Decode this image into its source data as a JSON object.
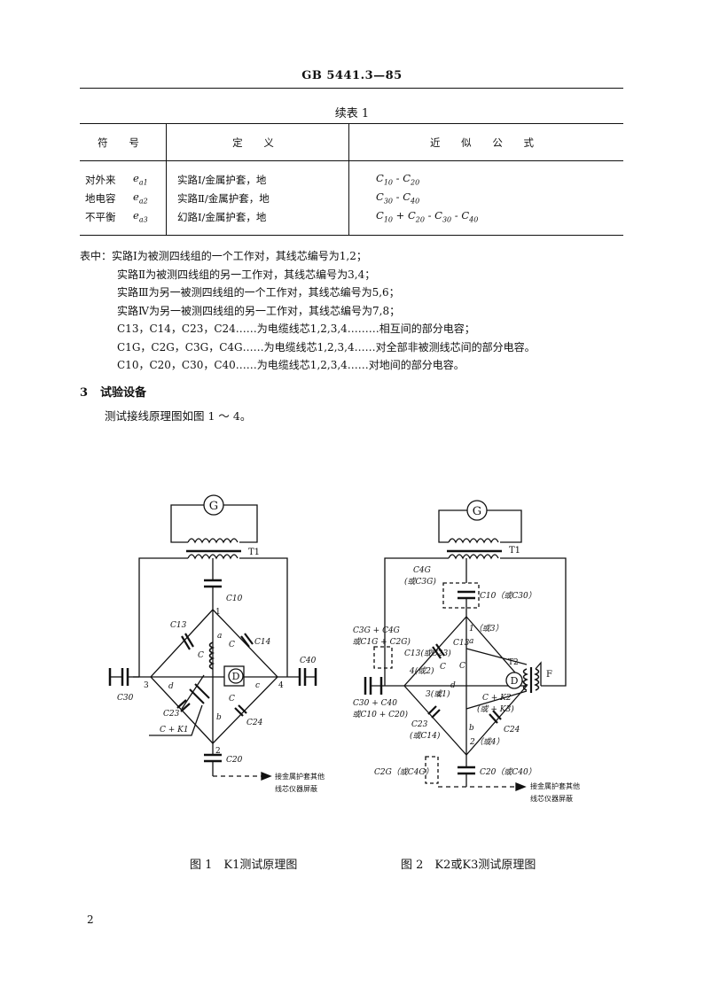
{
  "header": {
    "standard_no": "GB 5441.3—85"
  },
  "table": {
    "caption": "续表 1",
    "columns": [
      "符 号",
      "定 义",
      "近 似 公 式"
    ],
    "group_label_lines": [
      "对外来",
      "地电容",
      "不平衡"
    ],
    "rows": [
      {
        "symbol": "ea1",
        "definition": "实路Ⅰ/金属护套，地",
        "formula": "C10 - C20"
      },
      {
        "symbol": "ea2",
        "definition": "实路Ⅱ/金属护套，地",
        "formula": "C30 - C40"
      },
      {
        "symbol": "ea3",
        "definition": "幻路Ⅰ/金属护套，地",
        "formula": "C10 + C20 - C30 - C40"
      }
    ]
  },
  "notes": [
    "表中：实路Ⅰ为被测四线组的一个工作对，其线芯编号为1,2；",
    "实路Ⅱ为被测四线组的另一工作对，其线芯编号为3,4；",
    "实路Ⅲ为另一被测四线组的一个工作对，其线芯编号为5,6；",
    "实路Ⅳ为另一被测四线组的另一工作对，其线芯编号为7,8；",
    "C13，C14，C23，C24……为电缆线芯1,2,3,4………相互间的部分电容；",
    "C1G，C2G，C3G，C4G……为电缆线芯1,2,3,4……对全部非被测线芯间的部分电容。",
    "C10，C20，C30，C40……为电缆线芯1,2,3,4……对地间的部分电容。"
  ],
  "section": {
    "number": "3",
    "title": "试验设备"
  },
  "paragraph": "测试接线原理图如图 1 ～ 4。",
  "figure1": {
    "caption": "图 1　K1测试原理图",
    "labels": {
      "g": "G",
      "t1": "T1",
      "d": "D",
      "c10": "C10",
      "c20": "C20",
      "c30": "C30",
      "c40": "C40",
      "c13": "C13",
      "c14": "C14",
      "c23": "C23",
      "c24": "C24",
      "c": "C",
      "ck1": "C + K1",
      "n1": "1",
      "n2": "2",
      "n3": "3",
      "n4": "4",
      "a": "a",
      "b": "b",
      "cc": "c",
      "dd": "d",
      "screen_line1": "接金属护套其他",
      "screen_line2": "线芯仪器屏蔽"
    }
  },
  "figure2": {
    "caption": "图 2　K2或K3测试原理图",
    "labels": {
      "g": "G",
      "t1": "T1",
      "t2": "T2",
      "d": "D",
      "f": "F",
      "c4g_top": "C4G",
      "c3g_alt": "(或C3G)",
      "c10_alt": "C10（或C30）",
      "c3g_c4g": "C3G + C4G",
      "c1g_c2g_alt": "(或C1G + C2G)",
      "c13_alt": "C13(或C23)",
      "c13": "C13",
      "n2_alt": "4(或2)",
      "n3_alt": "3(或1)",
      "c30_c40": "C30 + C40",
      "c10_c20_alt": "(或C10 + C20)",
      "ck2": "C + K2",
      "ck3_alt": "(或 + K3)",
      "c23": "C23",
      "c14_alt": "(或C14)",
      "c24": "C24",
      "n1_alt": "1（或3）",
      "n2_alt2": "2（或4）",
      "c": "C",
      "c2g_alt": "C2G（或C4G）",
      "c20_alt": "C20（或C40）",
      "a": "a",
      "b": "b",
      "cc": "c",
      "dd": "d",
      "screen_line1": "接金属护套其他",
      "screen_line2": "线芯仪器屏蔽"
    }
  }
}
